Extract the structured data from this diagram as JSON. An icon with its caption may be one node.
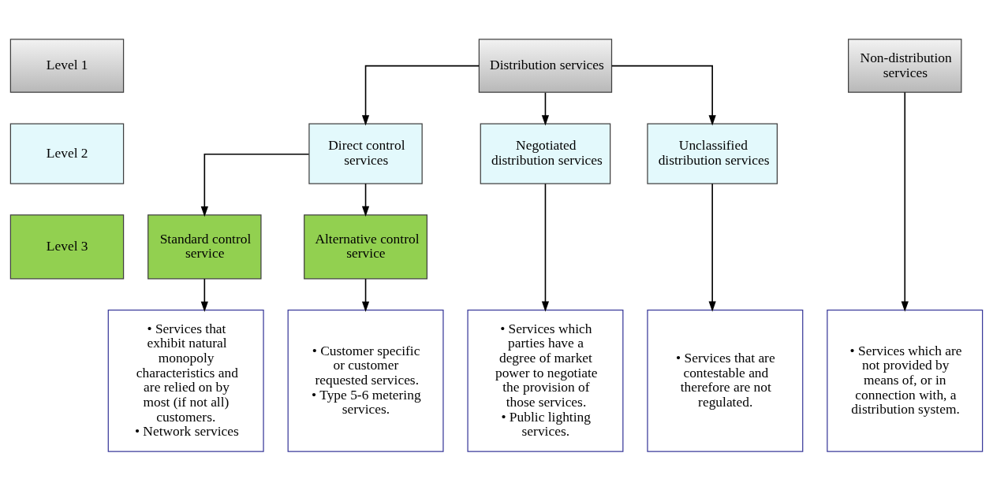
{
  "diagram": {
    "nodes": [
      {
        "text": [
          "Level 1"
        ]
      },
      {
        "text": [
          "Distribution services"
        ]
      },
      {
        "text": [
          "Non-distribution services"
        ]
      },
      {
        "text": [
          "Level 2"
        ]
      },
      {
        "text": [
          "Direct control services"
        ]
      },
      {
        "text": [
          "Negotiated distribution services"
        ]
      },
      {
        "text": [
          "Unclassified distribution services"
        ]
      },
      {
        "text": [
          "Level 3"
        ]
      },
      {
        "text": [
          "Standard control service"
        ]
      },
      {
        "text": [
          "Alternative control service"
        ]
      },
      {
        "text": [
          "• Services that exhibit natural monopoly characteristics and are relied on by most (if not all) customers.",
          "• Network services"
        ]
      },
      {
        "text": [
          "• Customer specific or customer requested services.",
          "• Type 5-6 metering services."
        ]
      },
      {
        "text": [
          "• Services which parties have a degree of market power to negotiate the provision of those services.",
          "• Public lighting services."
        ]
      },
      {
        "text": [
          "• Services that are contestable and therefore are not regulated."
        ]
      },
      {
        "text": [
          "• Services which are not provided by means of, or in connection with, a distribution system."
        ]
      }
    ],
    "edges": [
      {
        "from": 1,
        "to": 4,
        "arrow": "to"
      },
      {
        "from": 1,
        "to": 5,
        "arrow": "to"
      },
      {
        "from": 1,
        "to": 6,
        "arrow": "to"
      },
      {
        "from": 4,
        "to": 8,
        "arrow": "to"
      },
      {
        "from": 4,
        "to": 9,
        "arrow": "to"
      },
      {
        "from": 8,
        "to": 10,
        "arrow": "to"
      },
      {
        "from": 9,
        "to": 11,
        "arrow": "to"
      },
      {
        "from": 5,
        "to": 12,
        "arrow": "to"
      },
      {
        "from": 6,
        "to": 13,
        "arrow": "to"
      },
      {
        "from": 2,
        "to": 14,
        "arrow": "to"
      }
    ]
  }
}
